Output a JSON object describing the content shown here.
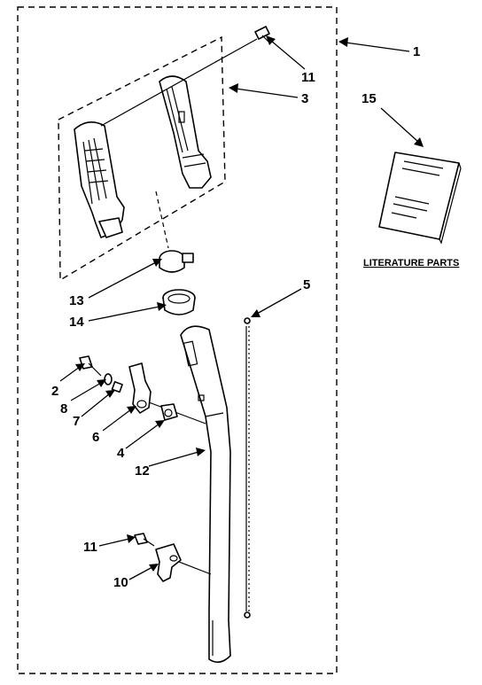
{
  "callouts": {
    "c1": "1",
    "c3": "3",
    "c11a": "11",
    "c15": "15",
    "c5": "5",
    "c13": "13",
    "c14": "14",
    "c2": "2",
    "c8": "8",
    "c7": "7",
    "c6": "6",
    "c4": "4",
    "c12": "12",
    "c11b": "11",
    "c10": "10"
  },
  "literature_parts_label": "LITERATURE PARTS"
}
